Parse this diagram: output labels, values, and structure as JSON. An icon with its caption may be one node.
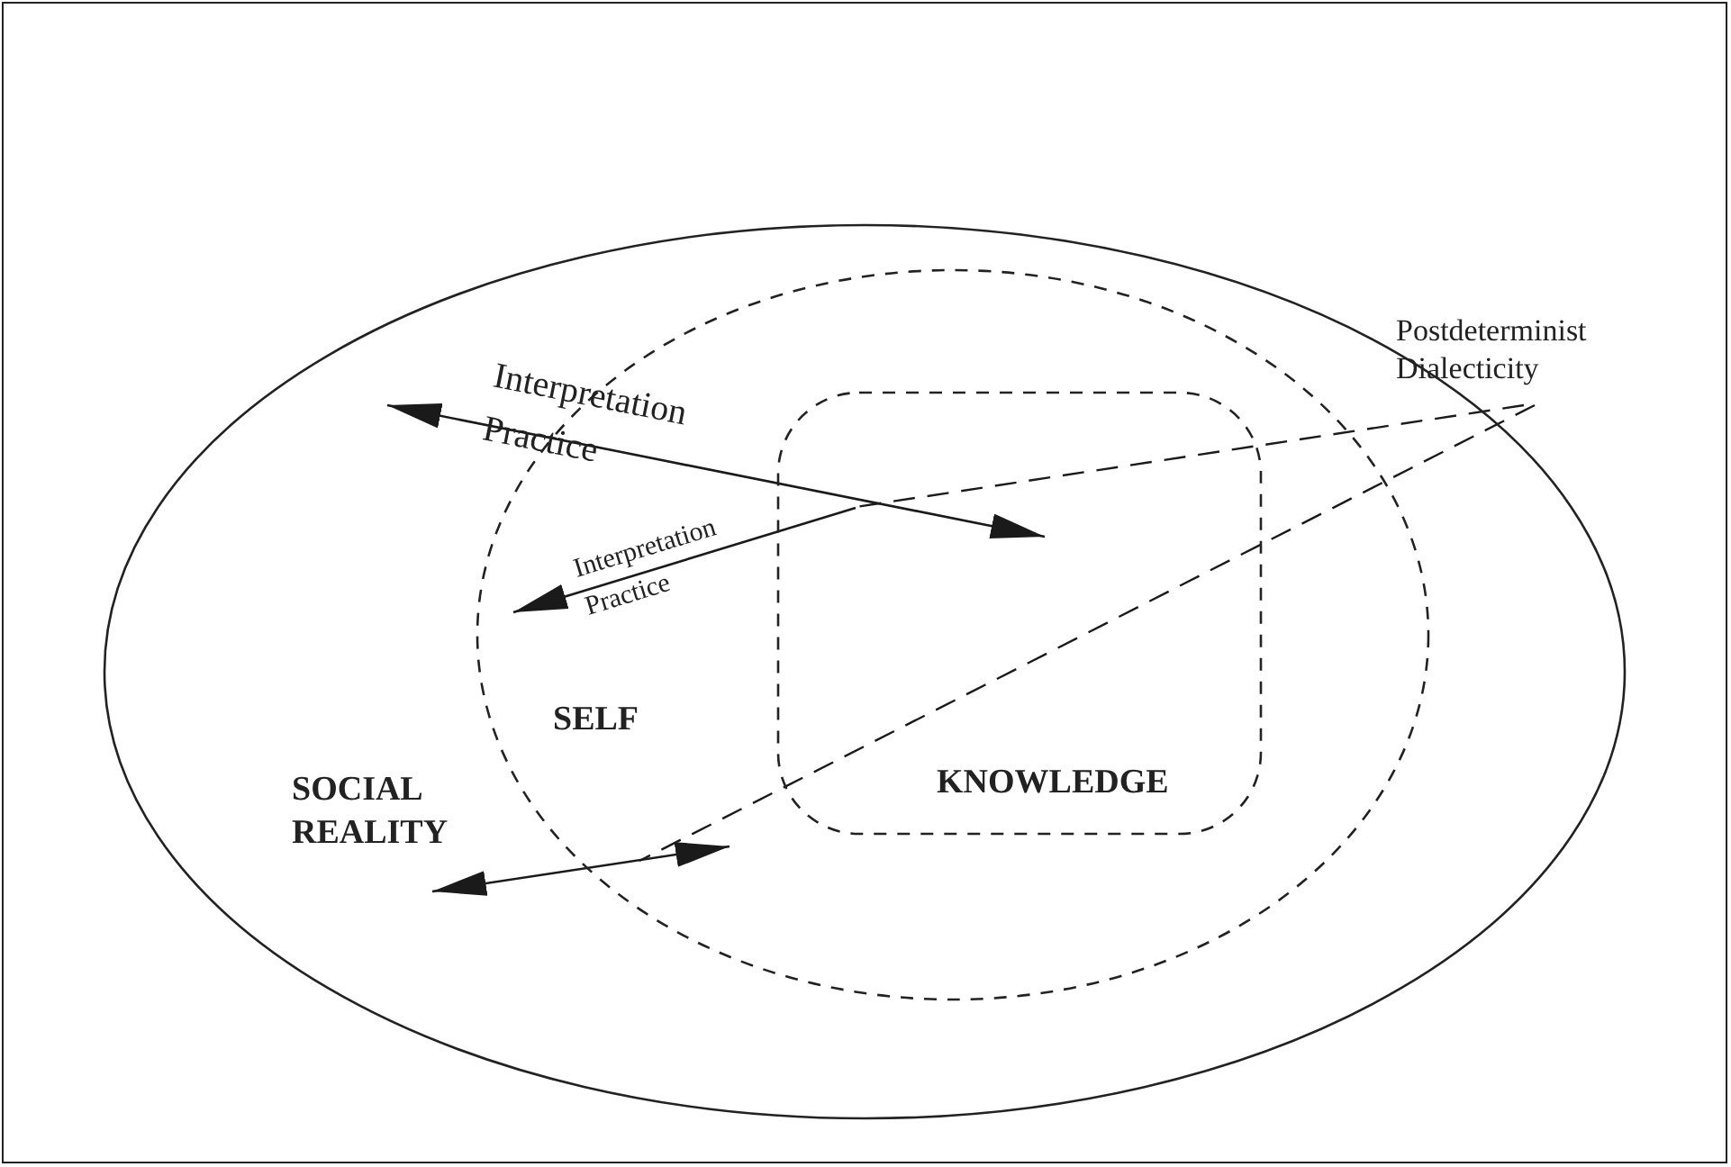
{
  "diagram": {
    "nodes": [
      {
        "text": [
          "SOCIAL REALITY"
        ]
      },
      {
        "text": [
          "SELF"
        ],
        "in": 0
      },
      {
        "text": [
          "KNOWLEDGE"
        ],
        "in": 1
      },
      {
        "text": [
          "Postdeterminist Dialecticity"
        ]
      }
    ],
    "edges": [
      {
        "from": 0,
        "to": 2,
        "arrow": "both",
        "label": "Interpretation Practice"
      },
      {
        "from": 2,
        "to": 1,
        "arrow": "to",
        "label": "Interpretation Practice"
      },
      {
        "from": null,
        "to": 1,
        "arrow": "both"
      },
      {
        "from": 3,
        "to": null,
        "arrow": "none",
        "style": "dashed"
      },
      {
        "from": 3,
        "to": 2,
        "arrow": "none",
        "style": "dashed"
      }
    ]
  }
}
